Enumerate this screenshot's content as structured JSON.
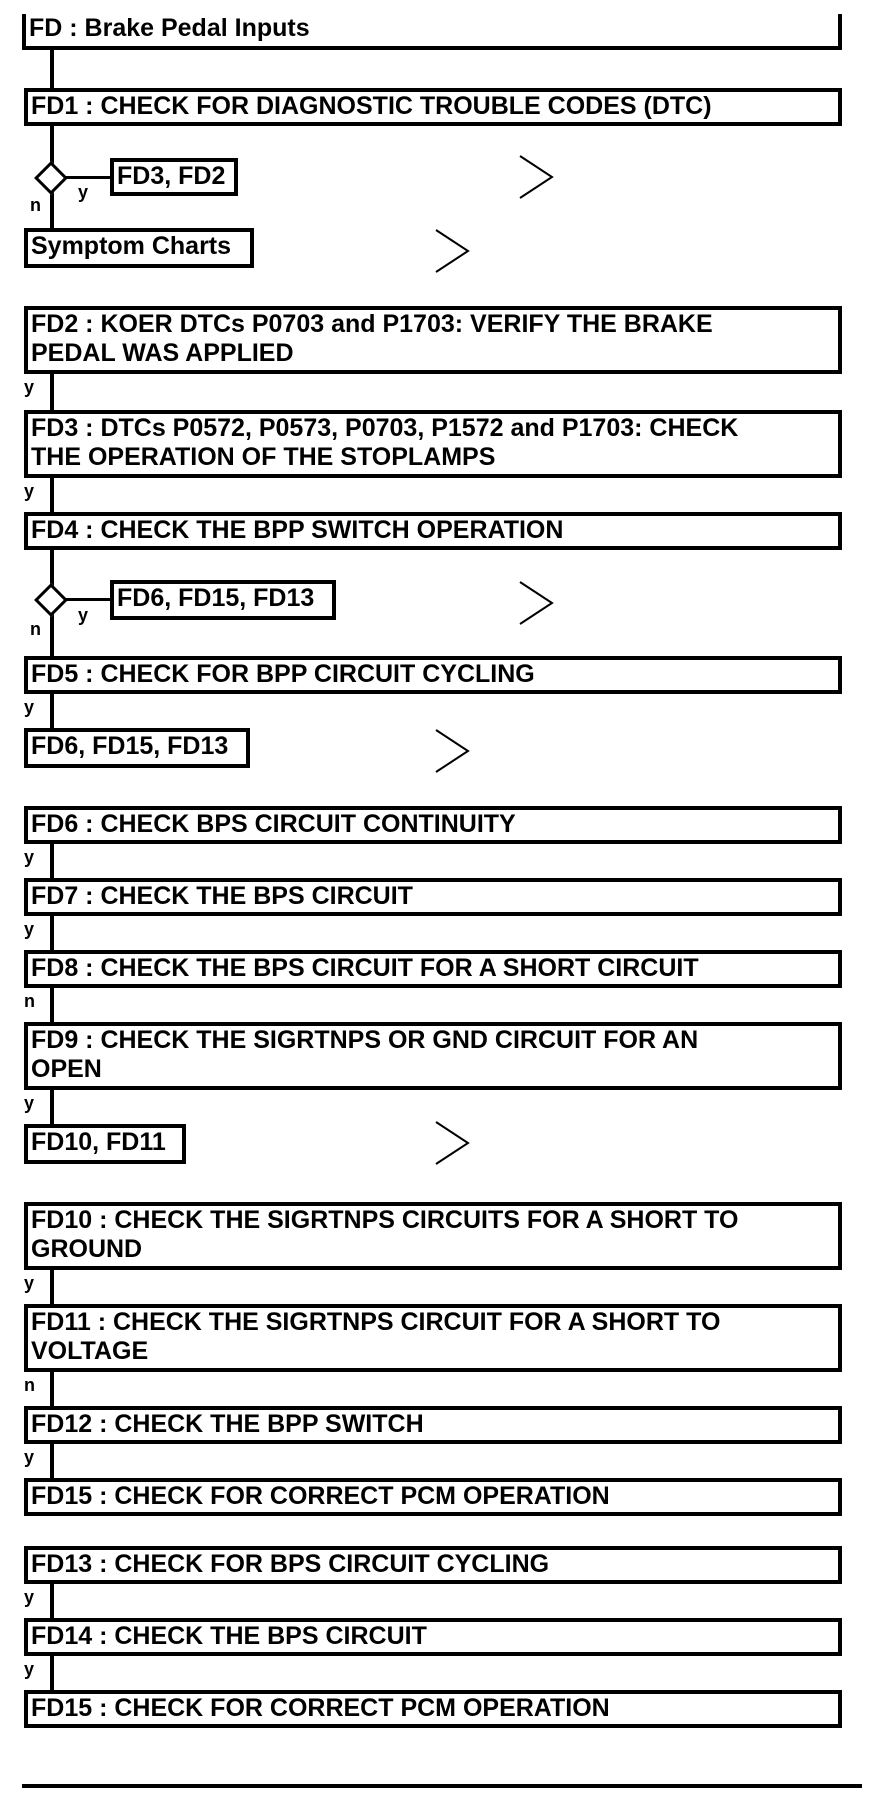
{
  "title": "FD : Brake Pedal Inputs",
  "steps": {
    "fd1": "FD1 : CHECK FOR DIAGNOSTIC TROUBLE CODES (DTC)",
    "fd1_yes": "FD3, FD2",
    "fd1_no": "Symptom Charts",
    "fd2": "FD2 : KOER DTCs P0703 and P1703: VERIFY THE BRAKE\nPEDAL WAS APPLIED",
    "fd3": "FD3 : DTCs P0572, P0573, P0703, P1572 and P1703: CHECK\nTHE OPERATION OF THE STOPLAMPS",
    "fd4": "FD4 : CHECK THE BPP SWITCH OPERATION",
    "fd4_yes": "FD6, FD15, FD13",
    "fd5": "FD5 : CHECK FOR BPP CIRCUIT CYCLING",
    "fd5_yes": "FD6, FD15, FD13",
    "fd6": "FD6 : CHECK BPS CIRCUIT CONTINUITY",
    "fd7": "FD7 : CHECK THE BPS CIRCUIT",
    "fd8": "FD8 : CHECK THE BPS CIRCUIT FOR A SHORT CIRCUIT",
    "fd9": "FD9 : CHECK THE SIGRTNPS OR GND CIRCUIT FOR AN\nOPEN",
    "fd9_yes": "FD10, FD11",
    "fd10": "FD10 : CHECK THE SIGRTNPS CIRCUITS FOR A SHORT TO\nGROUND",
    "fd11": "FD11 : CHECK THE SIGRTNPS CIRCUIT FOR A SHORT TO\nVOLTAGE",
    "fd12": "FD12 : CHECK THE BPP SWITCH",
    "fd15a": "FD15 : CHECK FOR CORRECT PCM OPERATION",
    "fd13": "FD13 : CHECK FOR BPS CIRCUIT CYCLING",
    "fd14": "FD14 : CHECK THE BPS CIRCUIT",
    "fd15b": "FD15 : CHECK FOR CORRECT PCM OPERATION"
  },
  "labels": {
    "y": "y",
    "n": "n"
  }
}
